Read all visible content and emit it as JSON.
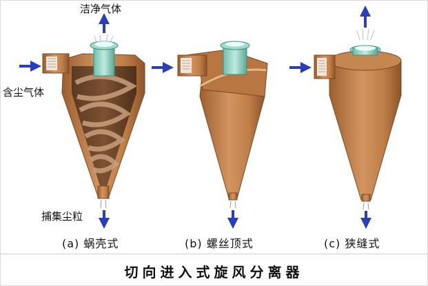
{
  "labels": {
    "clean_gas": "洁净气体",
    "dusty_gas": "含尘气体",
    "captured_dust": "捕集尘粒"
  },
  "captions": [
    {
      "label": "(a)  蜗壳式"
    },
    {
      "label": "(b)  螺丝顶式"
    },
    {
      "label": "(c)  狭缝式"
    }
  ],
  "title": "切向进入式旋风分离器",
  "colors": {
    "body": "#c98a52",
    "body_dark": "#a4693a",
    "outlet_pipe": "#8fd3c2",
    "arrow": "#2a3dbb"
  },
  "icons": {
    "flow_arrow": "arrow-icon",
    "gas_spray": "spray-icon"
  }
}
